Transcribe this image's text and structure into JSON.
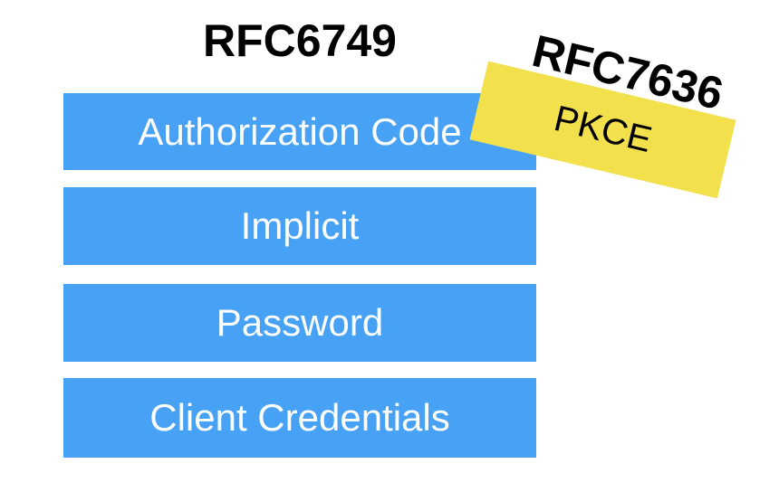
{
  "diagram": {
    "rfc6749_title": "RFC6749",
    "rfc7636_title": "RFC7636",
    "pkce_label": "PKCE",
    "flows": [
      {
        "label": "Authorization Code"
      },
      {
        "label": "Implicit"
      },
      {
        "label": "Password"
      },
      {
        "label": "Client Credentials"
      }
    ],
    "colors": {
      "bar_blue": "#47A1F4",
      "sticker_yellow": "#F2E04C",
      "bar_text": "#FFFFFF",
      "title_text": "#000000"
    }
  }
}
